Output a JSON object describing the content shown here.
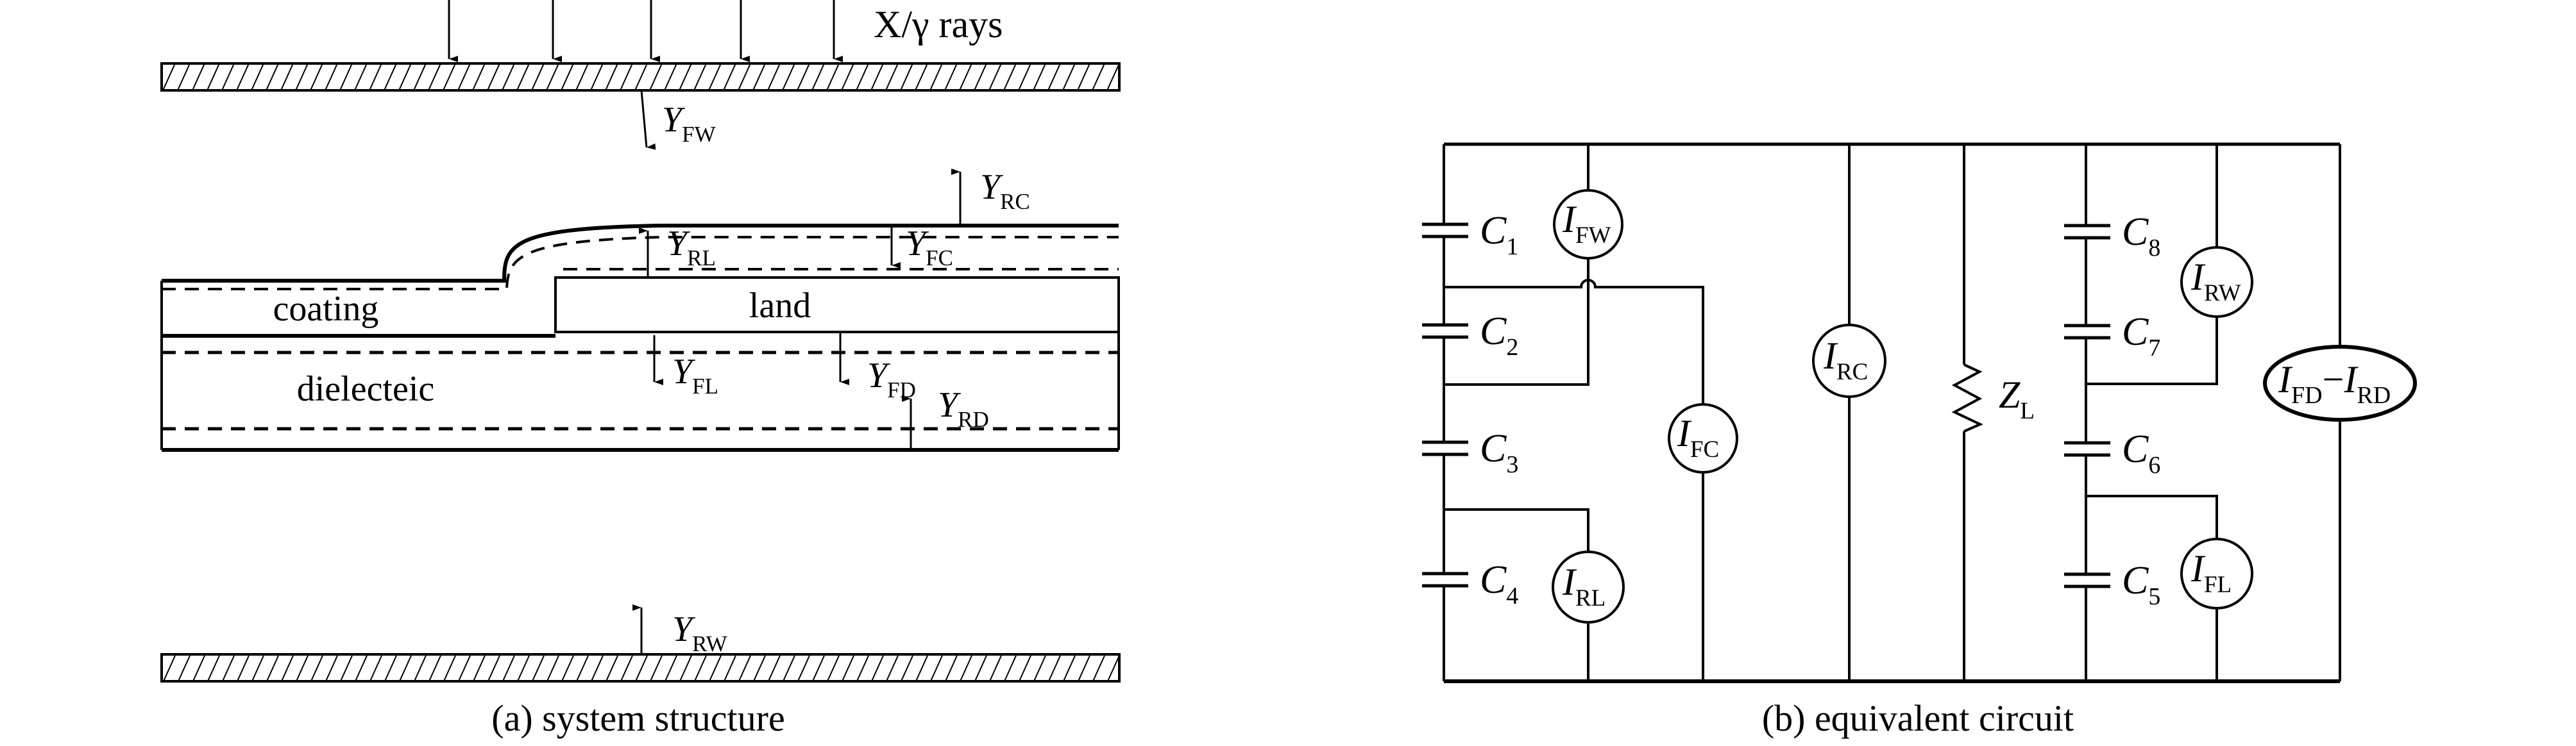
{
  "panel_a": {
    "caption": "(a) system structure",
    "rays_label": "X/γ rays",
    "regions": {
      "coating": "coating",
      "land": "land",
      "dielectric": "dielecteic"
    },
    "fluxes": [
      {
        "id": "fw",
        "main": "Y",
        "sub": "FW",
        "direction": "down"
      },
      {
        "id": "rc",
        "main": "Y",
        "sub": "RC",
        "direction": "up"
      },
      {
        "id": "rl",
        "main": "Y",
        "sub": "RL",
        "direction": "up"
      },
      {
        "id": "fc",
        "main": "Y",
        "sub": "FC",
        "direction": "down"
      },
      {
        "id": "fl",
        "main": "Y",
        "sub": "FL",
        "direction": "down"
      },
      {
        "id": "fd",
        "main": "Y",
        "sub": "FD",
        "direction": "down"
      },
      {
        "id": "rd",
        "main": "Y",
        "sub": "RD",
        "direction": "up"
      },
      {
        "id": "rw",
        "main": "Y",
        "sub": "RW",
        "direction": "up"
      }
    ]
  },
  "panel_b": {
    "caption": "(b) equivalent circuit",
    "capacitors": [
      {
        "id": "c1",
        "main": "C",
        "sub": "1"
      },
      {
        "id": "c2",
        "main": "C",
        "sub": "2"
      },
      {
        "id": "c3",
        "main": "C",
        "sub": "3"
      },
      {
        "id": "c4",
        "main": "C",
        "sub": "4"
      },
      {
        "id": "c5",
        "main": "C",
        "sub": "5"
      },
      {
        "id": "c6",
        "main": "C",
        "sub": "6"
      },
      {
        "id": "c7",
        "main": "C",
        "sub": "7"
      },
      {
        "id": "c8",
        "main": "C",
        "sub": "8"
      }
    ],
    "sources": [
      {
        "id": "ifw",
        "main": "I",
        "sub": "FW"
      },
      {
        "id": "ifc",
        "main": "I",
        "sub": "FC"
      },
      {
        "id": "irc",
        "main": "I",
        "sub": "RC"
      },
      {
        "id": "irl",
        "main": "I",
        "sub": "RL"
      },
      {
        "id": "irw",
        "main": "I",
        "sub": "RW"
      },
      {
        "id": "ifl",
        "main": "I",
        "sub": "FL"
      }
    ],
    "diff_source": {
      "main1": "I",
      "sub1": "FD",
      "minus": "−",
      "main2": "I",
      "sub2": "RD"
    },
    "load": {
      "main": "Z",
      "sub": "L"
    }
  }
}
